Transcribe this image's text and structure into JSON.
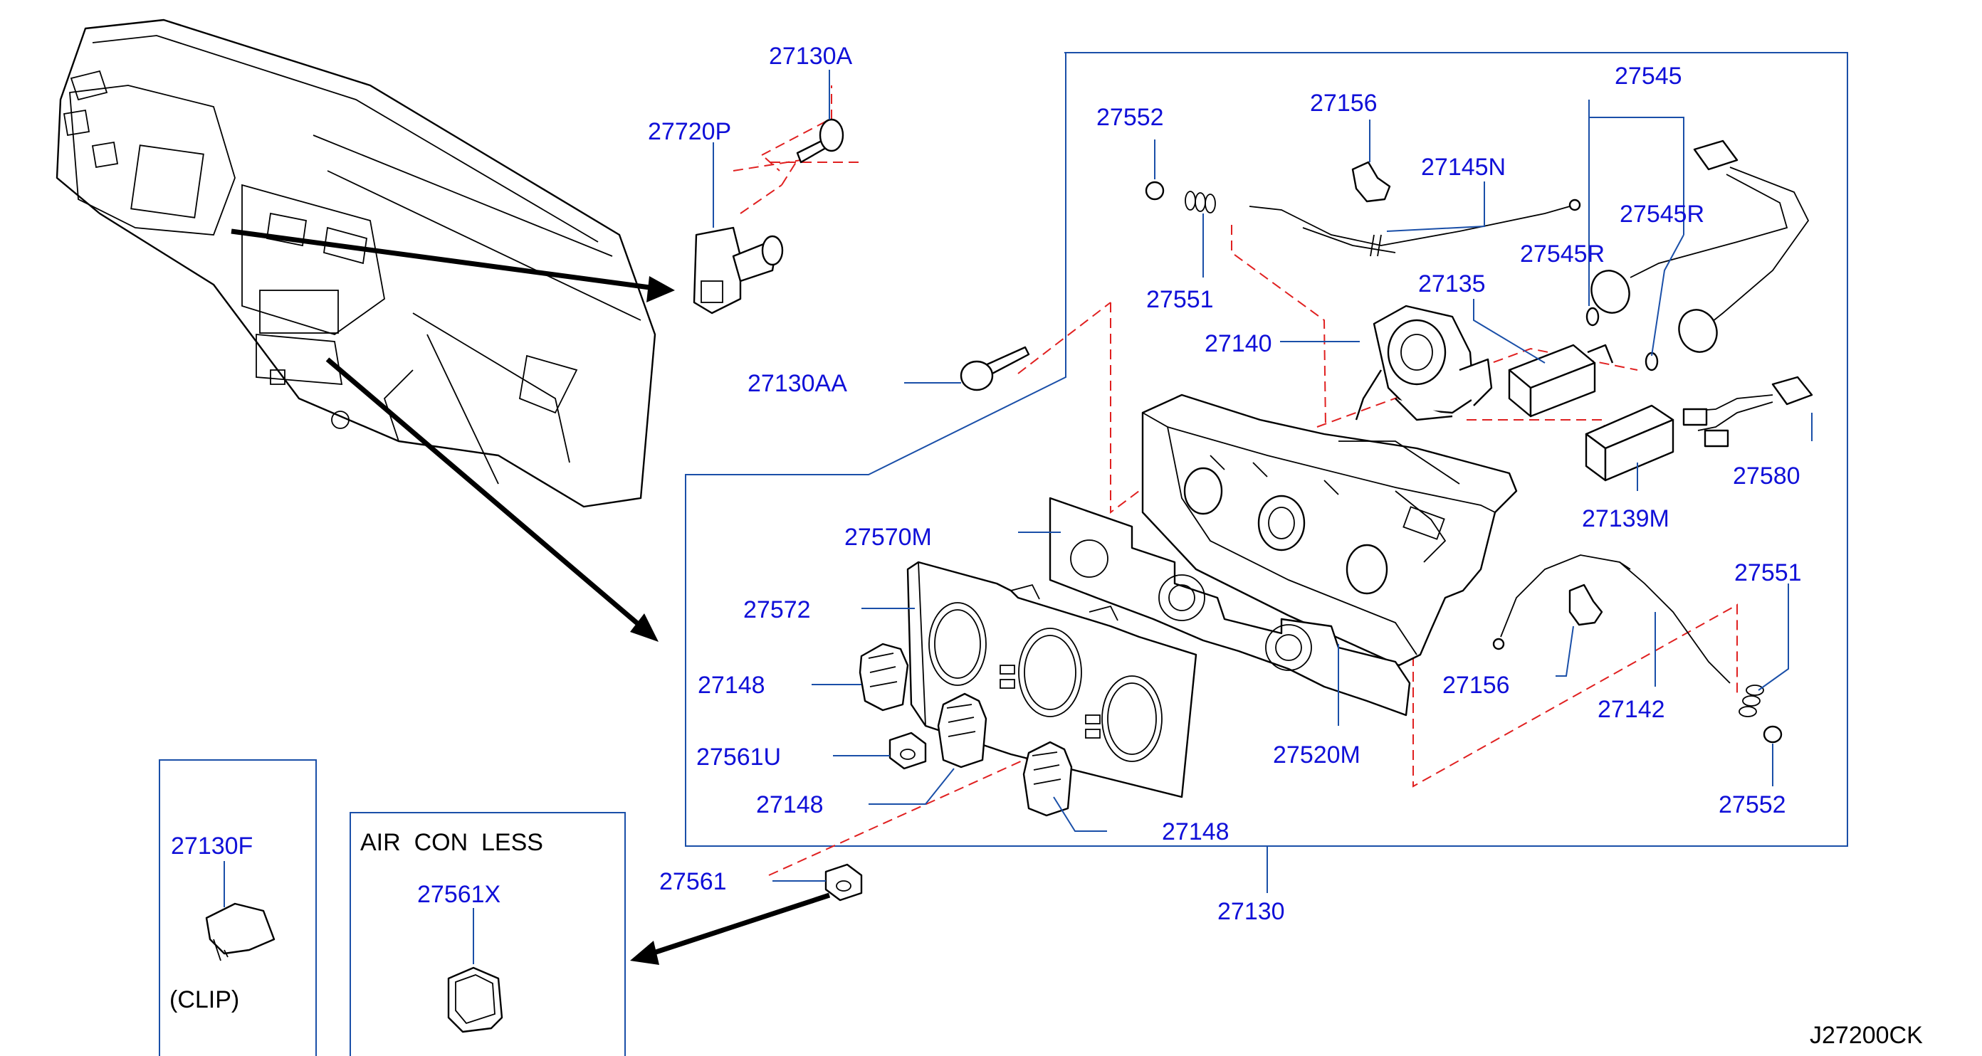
{
  "diagram_code": "J27200CK",
  "inset_labels": {
    "air_con_less": "AIR  CON  LESS",
    "clip": "(CLIP)"
  },
  "parts": [
    {
      "id": "p27130A",
      "text": "27130A"
    },
    {
      "id": "p27720P",
      "text": "27720P"
    },
    {
      "id": "p27130AA",
      "text": "27130AA"
    },
    {
      "id": "p27552a",
      "text": "27552"
    },
    {
      "id": "p27156a",
      "text": "27156"
    },
    {
      "id": "p27145N",
      "text": "27145N"
    },
    {
      "id": "p27545",
      "text": "27545"
    },
    {
      "id": "p27545Ra",
      "text": "27545R"
    },
    {
      "id": "p27545Rb",
      "text": "27545R"
    },
    {
      "id": "p27551a",
      "text": "27551"
    },
    {
      "id": "p27135",
      "text": "27135"
    },
    {
      "id": "p27140",
      "text": "27140"
    },
    {
      "id": "p27580",
      "text": "27580"
    },
    {
      "id": "p27139M",
      "text": "27139M"
    },
    {
      "id": "p27570M",
      "text": "27570M"
    },
    {
      "id": "p27572",
      "text": "27572"
    },
    {
      "id": "p27148a",
      "text": "27148"
    },
    {
      "id": "p27561U",
      "text": "27561U"
    },
    {
      "id": "p27148b",
      "text": "27148"
    },
    {
      "id": "p27148c",
      "text": "27148"
    },
    {
      "id": "p27520M",
      "text": "27520M"
    },
    {
      "id": "p27156b",
      "text": "27156"
    },
    {
      "id": "p27142",
      "text": "27142"
    },
    {
      "id": "p27551b",
      "text": "27551"
    },
    {
      "id": "p27552b",
      "text": "27552"
    },
    {
      "id": "p27561",
      "text": "27561"
    },
    {
      "id": "p27130",
      "text": "27130"
    },
    {
      "id": "p27130F",
      "text": "27130F"
    },
    {
      "id": "p27561X",
      "text": "27561X"
    }
  ]
}
